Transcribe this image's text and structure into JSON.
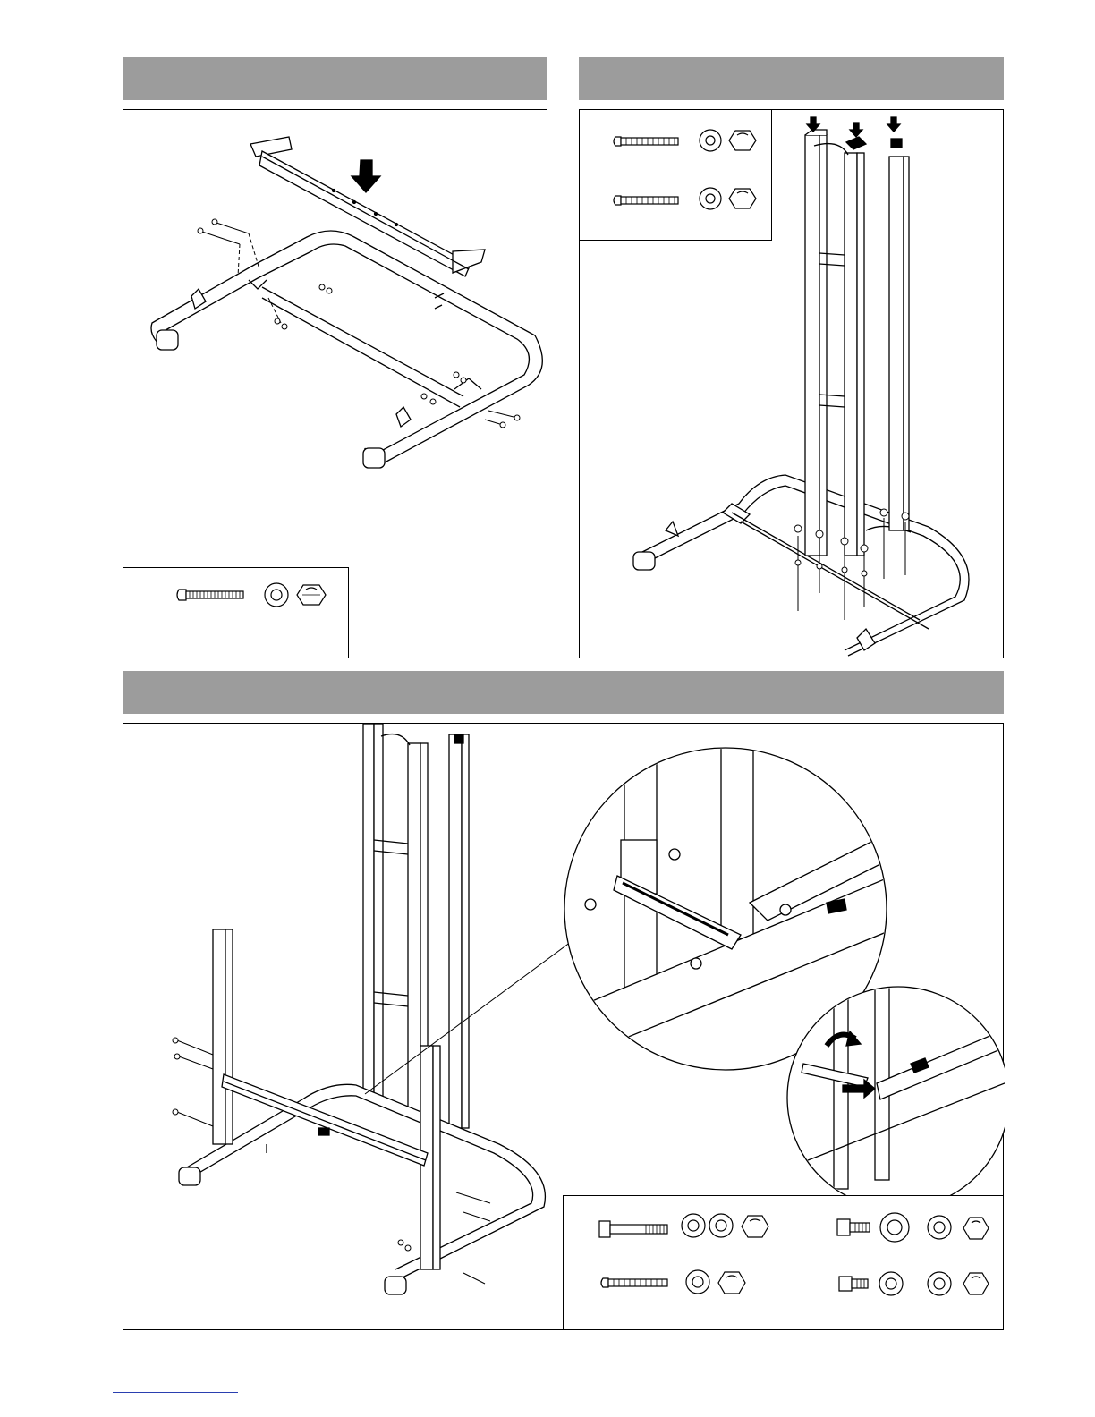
{
  "page": {
    "steps": [
      {
        "id": "step-a",
        "header": ""
      },
      {
        "id": "step-b",
        "header": ""
      },
      {
        "id": "step-c",
        "header": ""
      }
    ]
  },
  "colors": {
    "header_bg": "#9c9c9c",
    "line": "#000000",
    "footer_rule": "#2a3fb0"
  },
  "icons": [
    "down-arrow-icon",
    "carriage-bolt-icon",
    "hex-bolt-icon",
    "short-bolt-icon",
    "washer-icon",
    "nut-icon",
    "rotate-arrow-icon"
  ]
}
